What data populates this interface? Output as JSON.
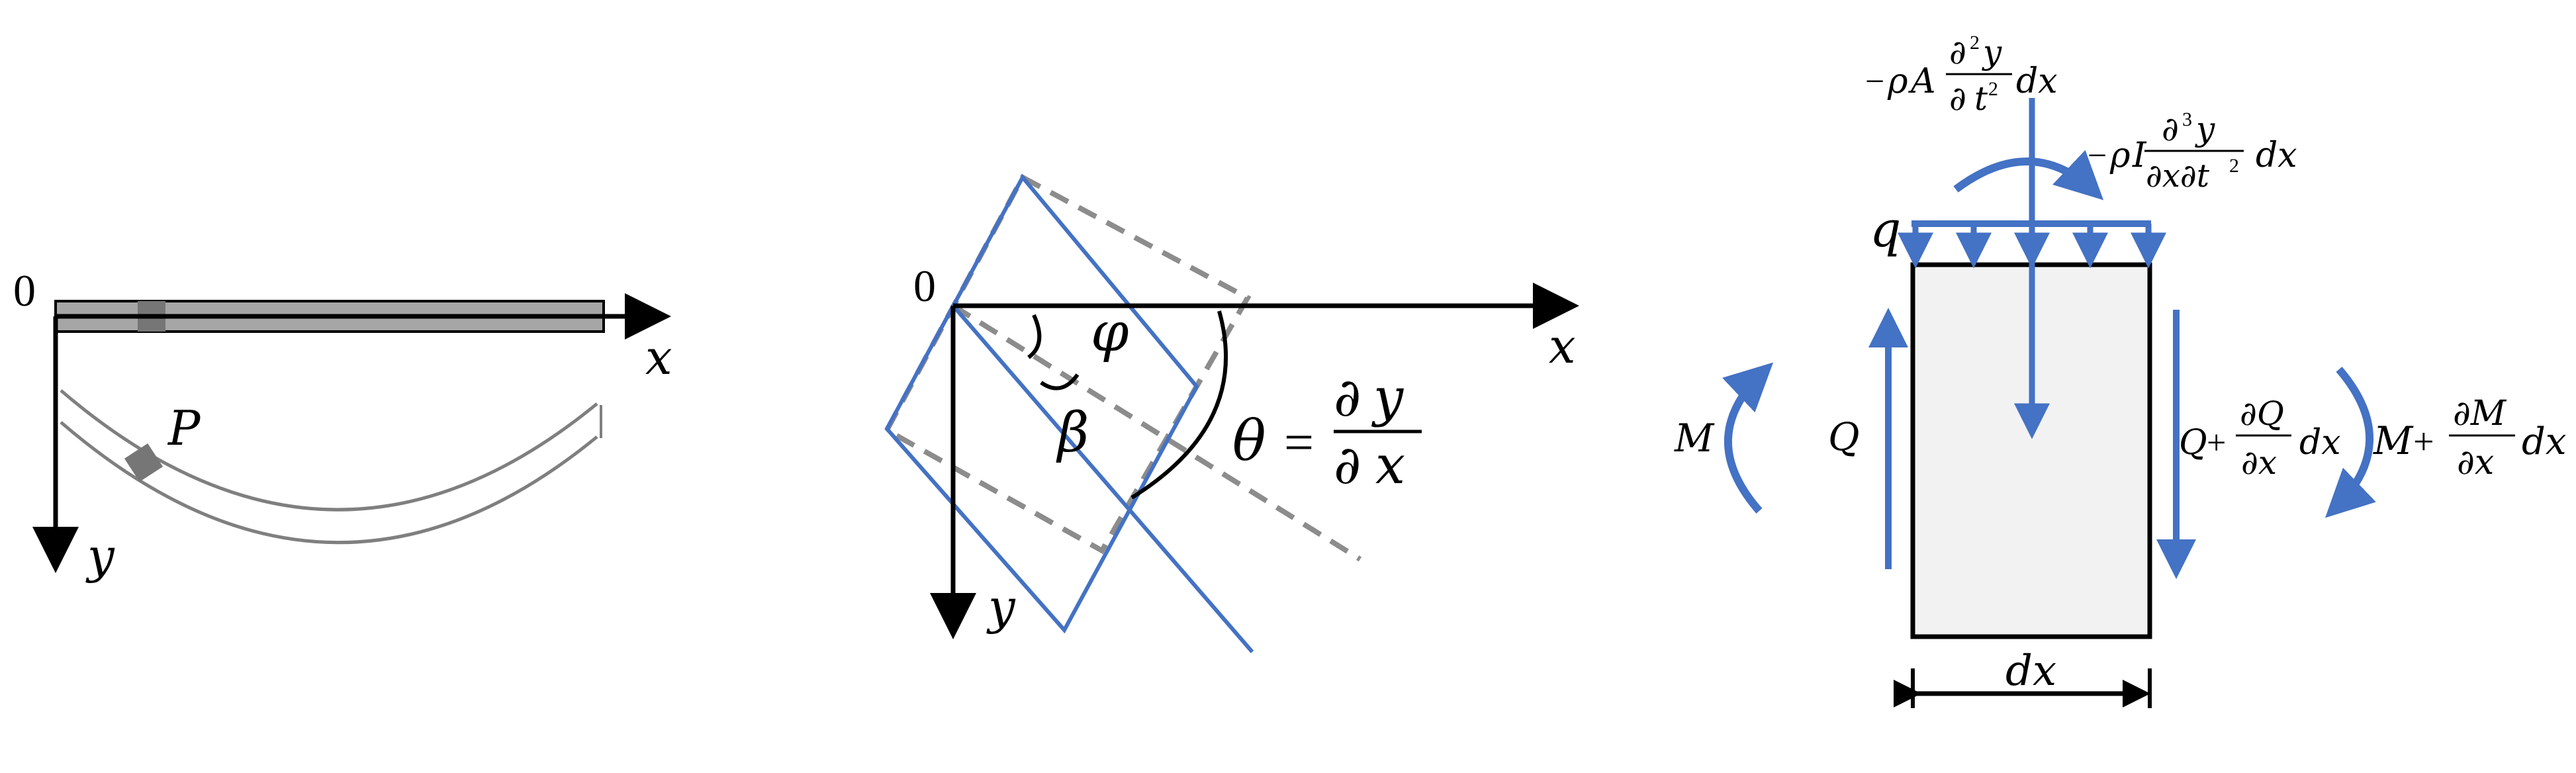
{
  "colors": {
    "axis": "#000000",
    "blue": "#4472C4",
    "gray_beam": "#A6A6A6",
    "gray_dark": "#767676",
    "dashed": "#8C8C8C",
    "element_fill": "#F2F2F2"
  },
  "panel_left": {
    "origin": "0",
    "x_axis": "x",
    "y_axis": "y",
    "point": "P"
  },
  "panel_middle": {
    "origin": "0",
    "x_axis": "x",
    "y_axis": "y",
    "phi": "φ",
    "beta": "β",
    "theta": "θ",
    "equals": "=",
    "partial": "∂",
    "y": "y",
    "x": "x"
  },
  "panel_right": {
    "inertia_top": {
      "minus": "−",
      "rho": "ρ",
      "A": "A",
      "num_partial": "∂",
      "num_exp": "2",
      "num_y": "y",
      "den_partial": "∂",
      "den_t": "t",
      "den_exp": "2",
      "dx": "dx"
    },
    "inertia_rot": {
      "minus": "−",
      "rho": "ρ",
      "I": "I",
      "num_partial": "∂",
      "num_exp": "3",
      "num_y": "y",
      "den_1": "∂x∂t",
      "den_exp": "2",
      "dx": "dx"
    },
    "q": "q",
    "M_left": "M",
    "Q_left": "Q",
    "Q_right": {
      "Q": "Q",
      "plus": "+",
      "num": "∂Q",
      "den": "∂x",
      "dx": "dx"
    },
    "M_right": {
      "M": "M",
      "plus": "+",
      "num": "∂M",
      "den": "∂x",
      "dx": "dx"
    },
    "width_label": "dx"
  }
}
